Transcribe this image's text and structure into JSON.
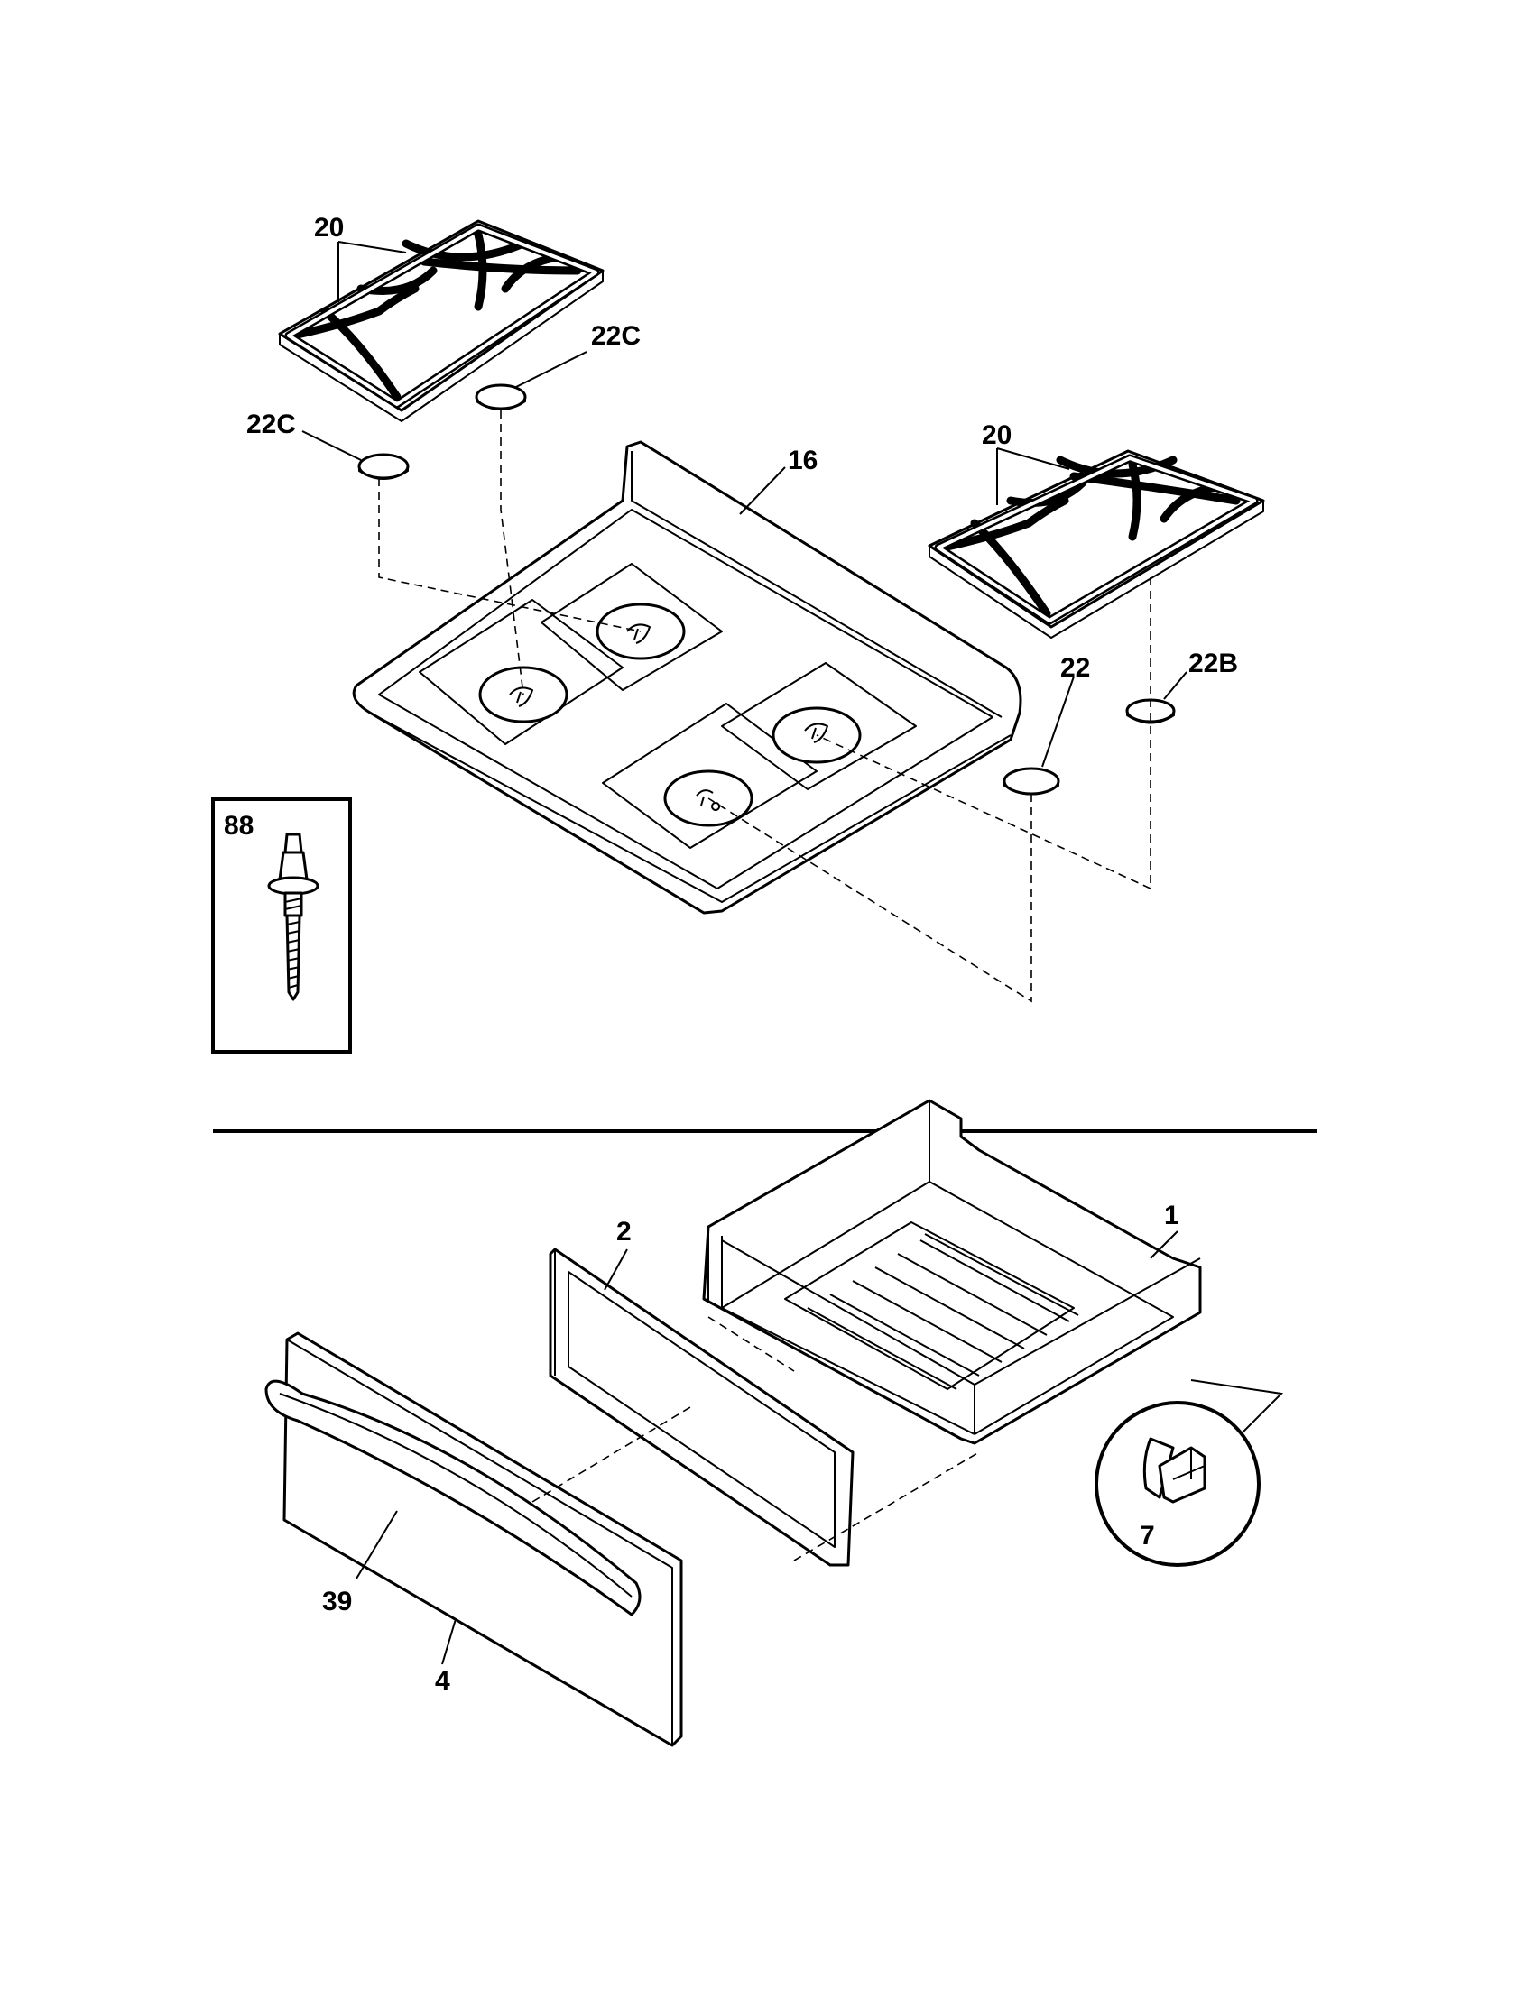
{
  "diagram": {
    "callouts": {
      "grate_left": "20",
      "grate_right": "20",
      "cap_left_a": "22C",
      "cap_left_b": "22C",
      "cooktop": "16",
      "cap_right_front": "22",
      "cap_right_rear": "22B",
      "screw_inset": "88",
      "drawer_body": "1",
      "drawer_liner": "2",
      "drawer_front": "4",
      "drawer_handle": "39",
      "drawer_clip": "7"
    },
    "icons": [
      "burner-grate",
      "burner-cap",
      "cooktop-panel",
      "shoulder-screw",
      "drawer-body",
      "drawer-frame",
      "drawer-front",
      "handle",
      "clip"
    ]
  }
}
